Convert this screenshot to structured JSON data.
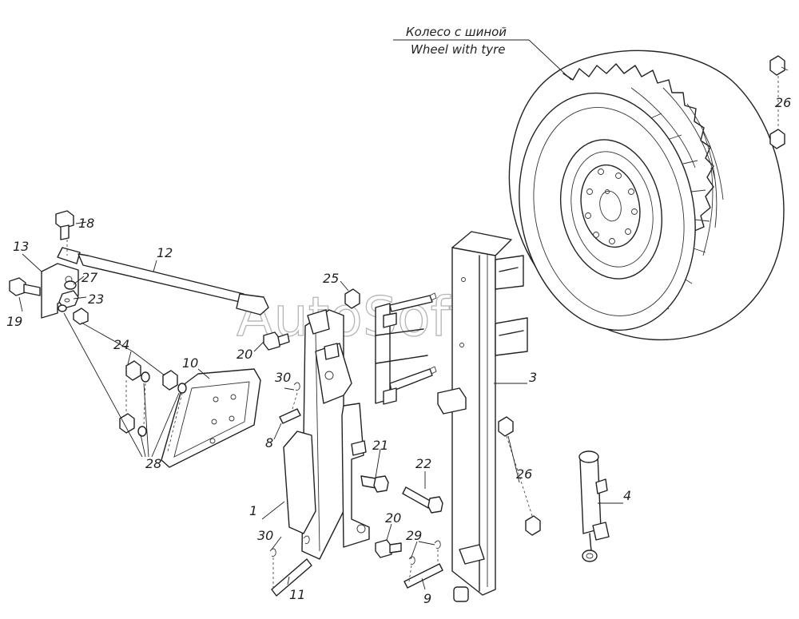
{
  "caption": {
    "line1": "Колесо с шиной",
    "line2": "Wheel with tyre"
  },
  "watermark": "AutoSoft",
  "callouts": {
    "c1": "1",
    "c3": "3",
    "c4": "4",
    "c8": "8",
    "c9": "9",
    "c10": "10",
    "c11": "11",
    "c12": "12",
    "c13": "13",
    "c18": "18",
    "c19": "19",
    "c20a": "20",
    "c20b": "20",
    "c21": "21",
    "c22": "22",
    "c23": "23",
    "c24": "24",
    "c25": "25",
    "c26a": "26",
    "c26b": "26",
    "c27": "27",
    "c28": "28",
    "c29": "29",
    "c30a": "30",
    "c30b": "30"
  }
}
